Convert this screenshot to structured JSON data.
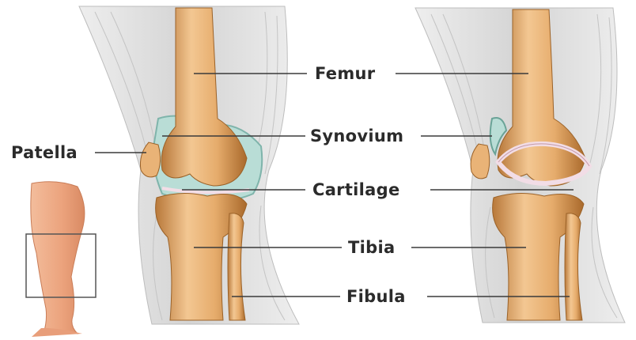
{
  "labels": {
    "femur": "Femur",
    "synovium": "Synovium",
    "patella": "Patella",
    "cartilage": "Cartilage",
    "tibia": "Tibia",
    "fibula": "Fibula"
  },
  "colors": {
    "bone": "#e2a868",
    "bone_shadow": "#b57634",
    "bone_highlight": "#f6d3a4",
    "synovium": "#b9ddd6",
    "synovium_edge": "#7fb4ab",
    "cartilage": "#f2dde6",
    "tissue": "#dcdcdc",
    "skin": "#eea985",
    "leader_line": "#3a3a3a"
  }
}
